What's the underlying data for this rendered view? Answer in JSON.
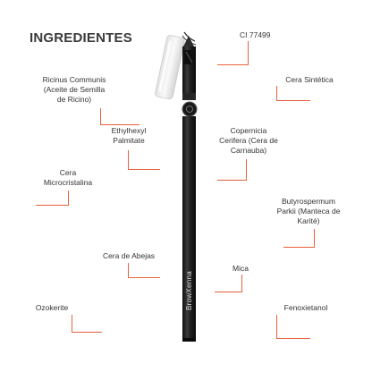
{
  "title": "INGREDIENTES",
  "brand": "BrowXenna",
  "colors": {
    "accent": "#e8613a",
    "pencil_body": "#1e1e1e",
    "text": "#333333"
  },
  "ingredients": {
    "ricinus": [
      "Ricinus Communis",
      "(Aceite de Semilla",
      "de Ricino)"
    ],
    "ci": [
      "CI 77499"
    ],
    "cera_sintetica": [
      "Cera Sintética"
    ],
    "ethylhexyl": [
      "Ethylhexyl",
      "Palmitate"
    ],
    "copernicia": [
      "Copernicia",
      "Cerifera (Cera de",
      "Carnauba)"
    ],
    "microcristalina": [
      "Cera",
      "Microcristalina"
    ],
    "butyrospermum": [
      "Butyrospermum",
      "Parkii (Manteca de",
      "Karité)"
    ],
    "abejas": [
      "Cera de Abejas"
    ],
    "mica": [
      "Mica"
    ],
    "ozokerite": [
      "Ozokerite"
    ],
    "fenoxietanol": [
      "Fenoxietanol"
    ]
  }
}
